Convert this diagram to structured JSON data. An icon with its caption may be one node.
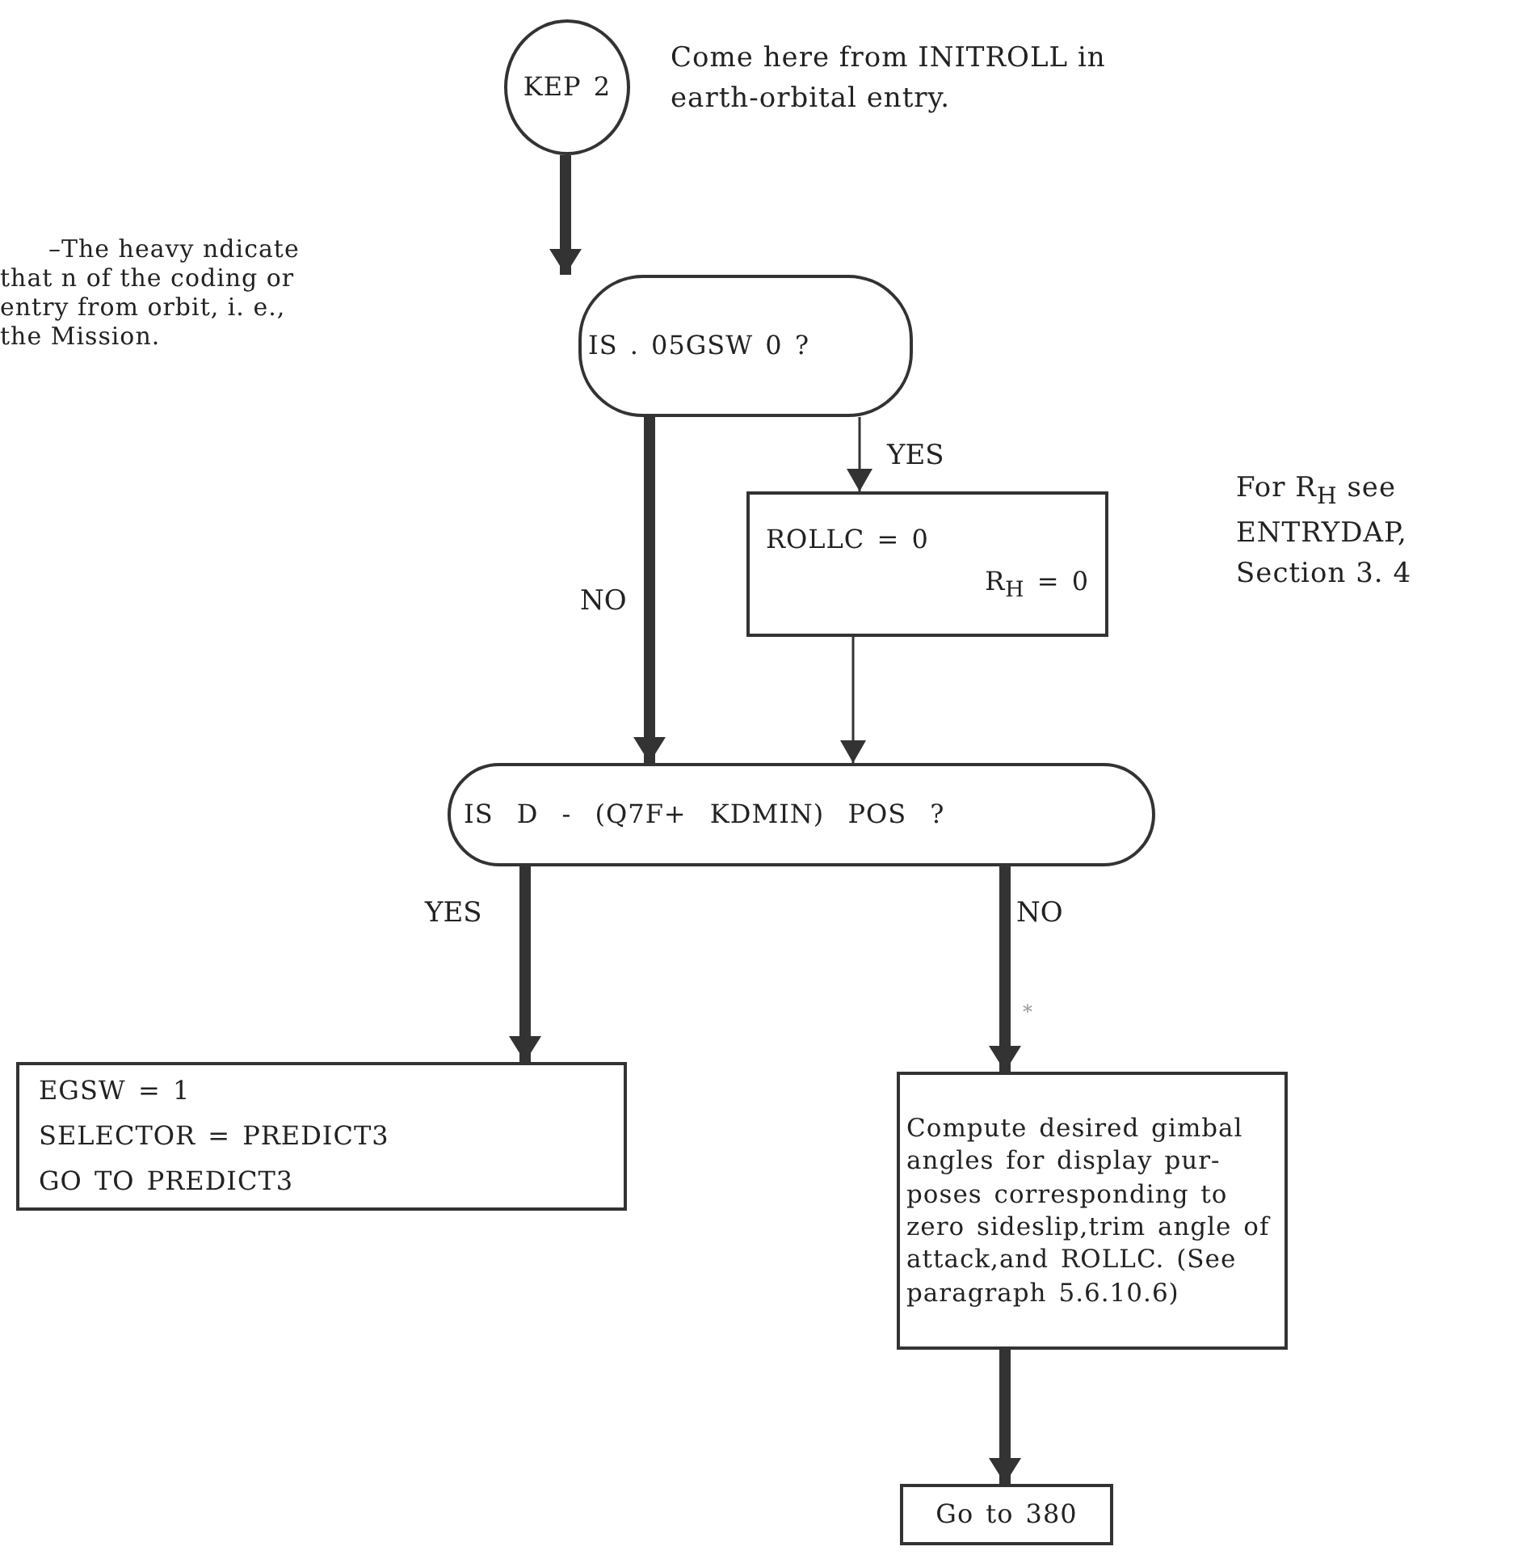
{
  "diagram": {
    "nodes": [
      {
        "text": [
          "KEP 2"
        ],
        "beside": [
          "Come here from INITROLL in earth-orbital entry."
        ]
      },
      {
        "text": [
          "IS . 05GSW 0 ?"
        ]
      },
      {
        "text": [
          "ROLLC = 0",
          "R$_{H}$ = 0"
        ]
      },
      {
        "text": [
          "IS D - (Q7F+ KDMIN) POS ?"
        ]
      },
      {
        "text": [
          "EGSW = 1",
          "SELECTOR = PREDICT3",
          "GO TO PREDICT3"
        ]
      },
      {
        "text": [
          "Compute desired gimbal angles for display pur- poses corresponding to zero sideslip,trim angle of attack,and ROLLC. (See paragraph 5.6.10.6)"
        ]
      },
      {
        "text": [
          "Go to 380"
        ]
      }
    ],
    "edges": [
      {
        "from": 0,
        "to": 1,
        "arrow": "to"
      },
      {
        "from": 1,
        "to": 3,
        "arrow": "to",
        "label": "NO"
      },
      {
        "from": 1,
        "to": 2,
        "arrow": "to",
        "label": "YES"
      },
      {
        "from": 2,
        "to": 3,
        "arrow": "to"
      },
      {
        "from": 3,
        "to": 4,
        "arrow": "to",
        "label": "YES"
      },
      {
        "from": 3,
        "to": 5,
        "arrow": "to",
        "label": "NO"
      },
      {
        "from": 5,
        "to": 6,
        "arrow": "to"
      }
    ],
    "labels": [
      "For R$_{H}$ see ENTRYDAP, Section 3. 4",
      "–The heavy ndicate that n of the coding or entry from orbit, i. e., the Mission.",
      "*"
    ]
  }
}
